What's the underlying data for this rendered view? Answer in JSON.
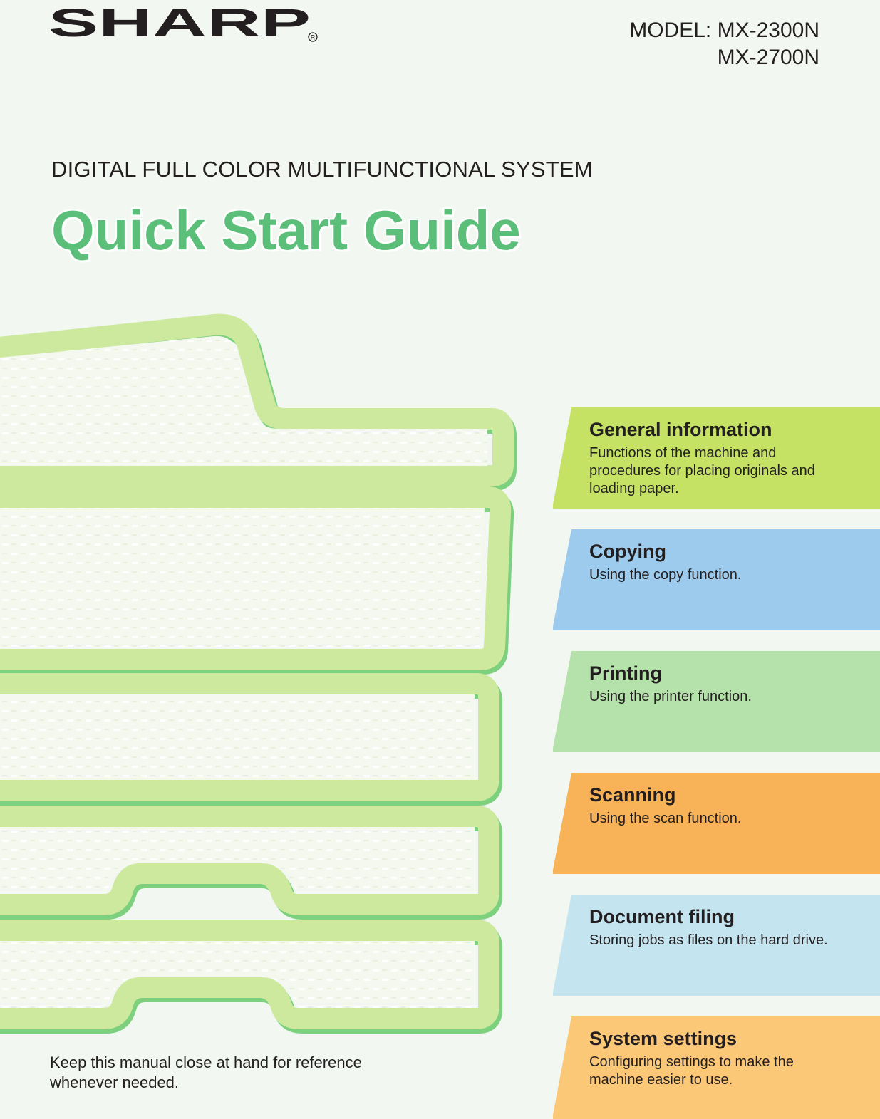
{
  "brand": {
    "logo_text": "SHARP",
    "registered_mark": "®"
  },
  "model": {
    "label": "MODEL:",
    "models": [
      "MX-2300N",
      "MX-2700N"
    ]
  },
  "subtitle": "DIGITAL FULL COLOR MULTIFUNCTIONAL SYSTEM",
  "title": "Quick Start Guide",
  "footer_note": "Keep this manual close at hand for reference whenever needed.",
  "sections": [
    {
      "title": "General information",
      "description": "Functions of the machine and procedures for placing originals and loading paper.",
      "color": "#c5e264"
    },
    {
      "title": "Copying",
      "description": "Using the copy function.",
      "color": "#9dcbee"
    },
    {
      "title": "Printing",
      "description": "Using the printer function.",
      "color": "#b4e2aa"
    },
    {
      "title": "Scanning",
      "description": "Using the scan function.",
      "color": "#f8b258"
    },
    {
      "title": "Document filing",
      "description": "Storing jobs as files on the hard drive.",
      "color": "#c4e4f0"
    },
    {
      "title": "System settings",
      "description": "Configuring settings to make the machine easier to use.",
      "color": "#fbc878"
    }
  ],
  "colors": {
    "background": "#f2f8f1",
    "title_green": "#5bbf7a",
    "illustration_fill": "#cde99e",
    "illustration_stroke": "#7dd17e"
  }
}
